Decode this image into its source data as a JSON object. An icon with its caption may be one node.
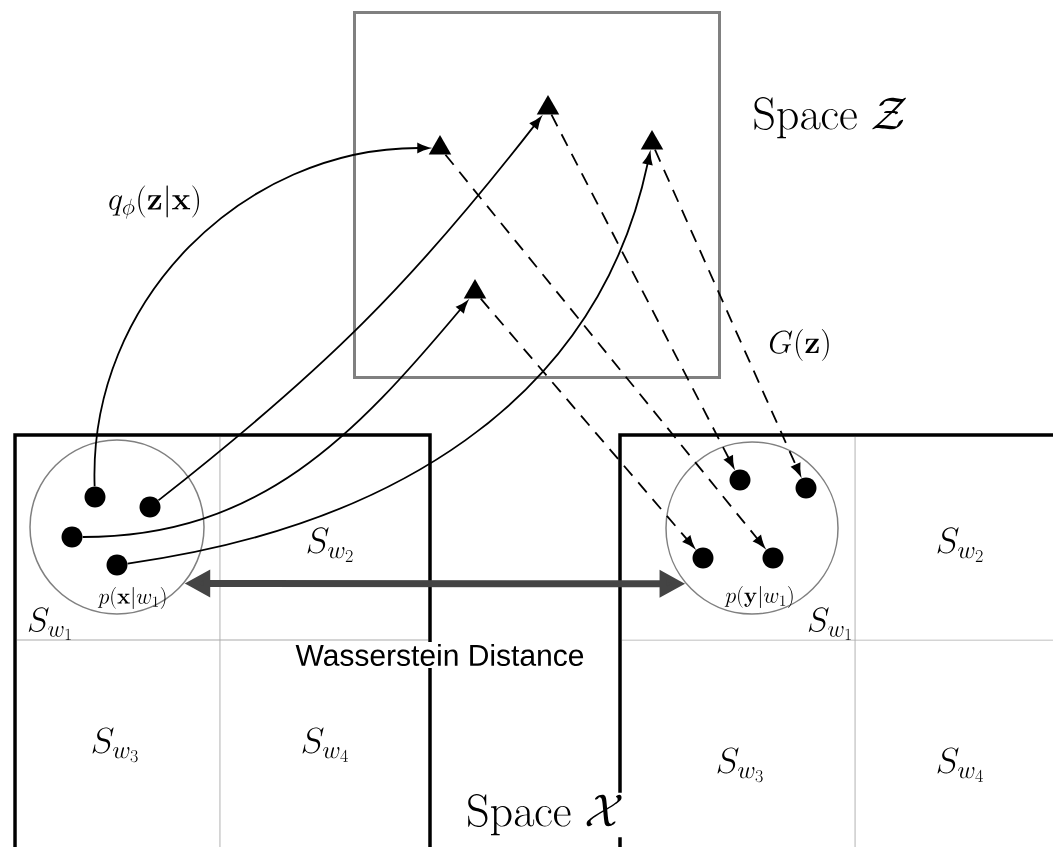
{
  "diagram": {
    "nodes": [
      {
        "text": [
          "\\mathrm{Space}\\ \\mathcal{Z}"
        ]
      },
      {
        "text": [],
        "shape": "triangle",
        "in": 0
      },
      {
        "text": [],
        "shape": "triangle",
        "in": 0
      },
      {
        "text": [],
        "shape": "triangle",
        "in": 0
      },
      {
        "text": [],
        "shape": "triangle",
        "in": 0
      },
      {
        "text": [],
        "shape": "box"
      },
      {
        "text": [
          "p(\\mathbf{x}|w_1)"
        ],
        "in": 5
      },
      {
        "text": [],
        "shape": "circle",
        "in": 6
      },
      {
        "text": [],
        "shape": "circle",
        "in": 6
      },
      {
        "text": [],
        "shape": "circle",
        "in": 6
      },
      {
        "text": [],
        "shape": "circle",
        "in": 6
      },
      {
        "text": [],
        "shape": "box"
      },
      {
        "text": [
          "p(\\mathbf{y}|w_1)"
        ],
        "in": 11
      },
      {
        "text": [],
        "shape": "circle",
        "in": 12
      },
      {
        "text": [],
        "shape": "circle",
        "in": 12
      },
      {
        "text": [],
        "shape": "circle",
        "in": 12
      },
      {
        "text": [],
        "shape": "circle",
        "in": 12
      }
    ],
    "edges": [
      {
        "from": 8,
        "to": 1,
        "arrow": "to",
        "label": "q_\\phi(\\mathbf{z}|\\mathbf{x})"
      },
      {
        "from": 10,
        "to": 3,
        "arrow": "to"
      },
      {
        "from": 7,
        "to": 2,
        "arrow": "to"
      },
      {
        "from": 9,
        "to": 4,
        "arrow": "to"
      },
      {
        "from": 1,
        "to": 15,
        "arrow": "to",
        "style": "dashed"
      },
      {
        "from": 2,
        "to": 13,
        "arrow": "to",
        "style": "dashed"
      },
      {
        "from": 3,
        "to": 14,
        "arrow": "to",
        "style": "dashed"
      },
      {
        "from": 4,
        "to": 16,
        "arrow": "to",
        "style": "dashed",
        "label": "G(\\mathbf{z})"
      },
      {
        "from": 6,
        "to": 12,
        "arrow": "both",
        "style": "thick",
        "color": "#444444",
        "label": "Wasserstein Distance"
      }
    ],
    "labels": [
      "S_{w_2}",
      "S_{w_2}",
      "S_{w_1}",
      "S_{w_1}",
      "S_{w_3}",
      "S_{w_4}",
      "S_{w_3}",
      "S_{w_4}",
      "\\mathrm{Space}\\ \\mathcal{X}"
    ]
  }
}
